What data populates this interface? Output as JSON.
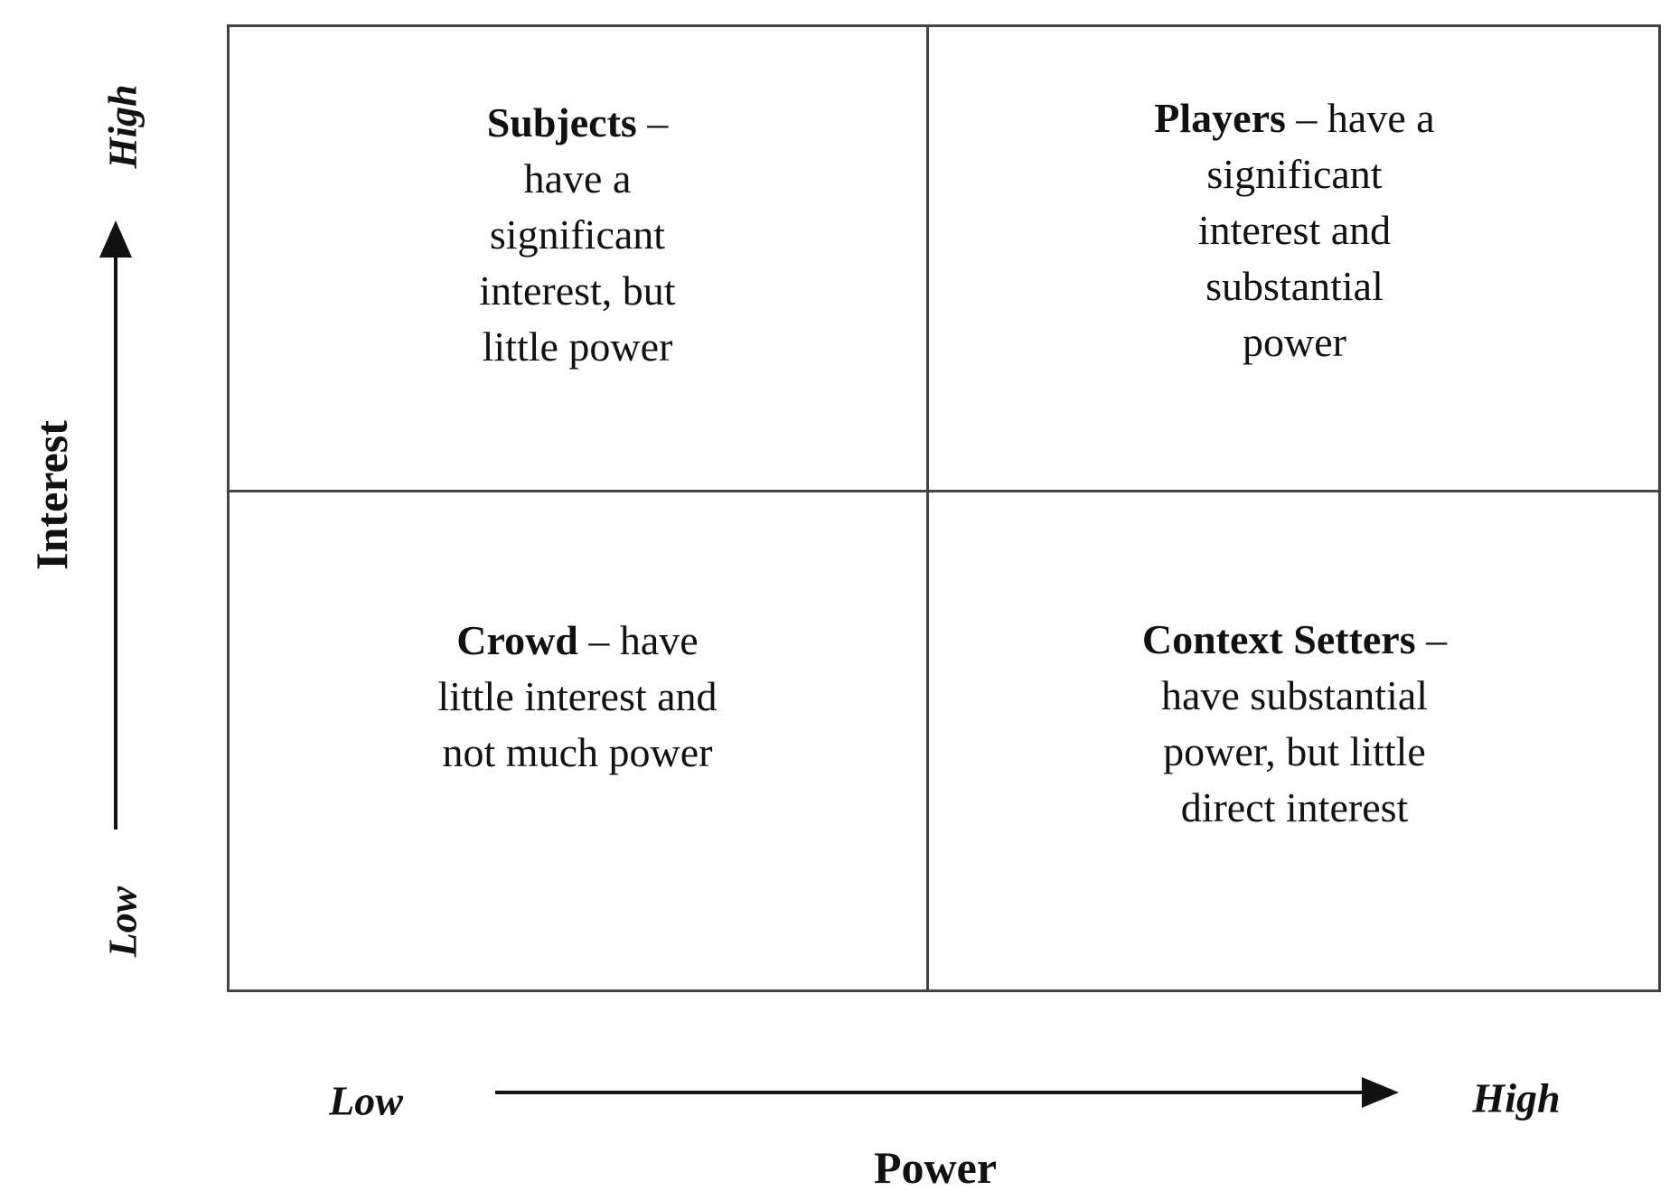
{
  "axes": {
    "y": {
      "title": "Interest",
      "high_label": "High",
      "low_label": "Low"
    },
    "x": {
      "title": "Power",
      "low_label": "Low",
      "high_label": "High"
    }
  },
  "quadrants": {
    "top_left": {
      "name": "Subjects",
      "description_lines": [
        " –",
        "have a",
        "significant",
        "interest, but",
        "little power"
      ]
    },
    "top_right": {
      "name": "Players",
      "description_lines": [
        " – have a",
        "significant",
        "interest and",
        "substantial",
        "power"
      ]
    },
    "bottom_left": {
      "name": "Crowd",
      "description_lines": [
        " – have",
        "little interest and",
        "not much power"
      ]
    },
    "bottom_right": {
      "name": "Context Setters",
      "description_lines": [
        " –",
        "have substantial",
        "power, but little",
        "direct interest"
      ]
    }
  },
  "colors": {
    "lines": "#444444",
    "text": "#111111",
    "background": "#ffffff"
  }
}
